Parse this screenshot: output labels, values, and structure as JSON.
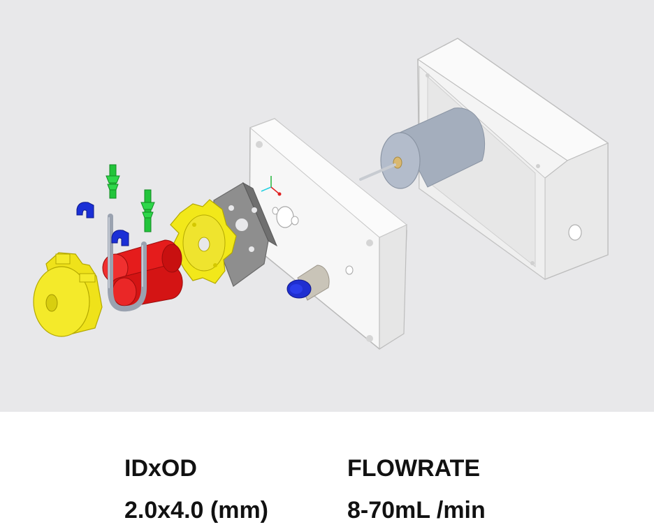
{
  "specs": {
    "idod": {
      "label": "IDxOD",
      "value": "2.0x4.0 (mm)"
    },
    "flowrate": {
      "label": "FLOWRATE",
      "value": "8-70mL /min"
    }
  },
  "colors": {
    "background": "#e8e8ea",
    "housing": "#f6f6f6",
    "motor": "#a4aebd",
    "rotor_red": "#e51c1c",
    "part_yellow": "#f2e81a",
    "connector_green": "#22c43a",
    "clip_blue": "#1a2fd6",
    "tube_gray": "#9aa2b0",
    "plate_gray": "#8a8a8a",
    "text": "#111111"
  }
}
